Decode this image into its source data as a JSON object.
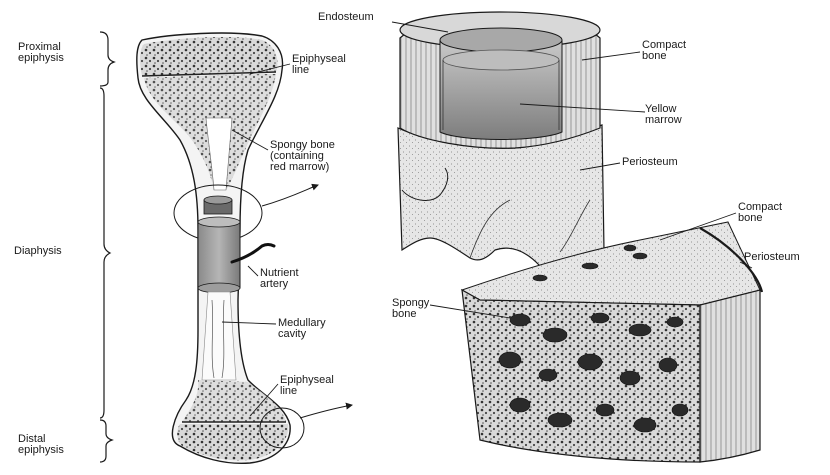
{
  "regions": {
    "proximal_epiphysis": "Proximal\nepiphysis",
    "diaphysis": "Diaphysis",
    "distal_epiphysis": "Distal\nepiphysis"
  },
  "long_bone": {
    "epiphyseal_line_top": "Epiphyseal\nline",
    "spongy_bone": "Spongy bone\n(containing\nred marrow)",
    "nutrient_artery": "Nutrient\nartery",
    "medullary_cavity": "Medullary\ncavity",
    "epiphyseal_line_bottom": "Epiphyseal\nline"
  },
  "shaft_section": {
    "endosteum": "Endosteum",
    "compact_bone": "Compact\nbone",
    "yellow_marrow": "Yellow\nmarrow",
    "periosteum": "Periosteum"
  },
  "spongy_section": {
    "compact_bone": "Compact\nbone",
    "periosteum": "Periosteum",
    "spongy_bone": "Spongy\nbone"
  },
  "colors": {
    "ink": "#1a1a1a",
    "bone_light": "#ececec",
    "bone_mid": "#c8c8c8",
    "marrow": "#8c8c8c",
    "shadow": "#555555"
  }
}
